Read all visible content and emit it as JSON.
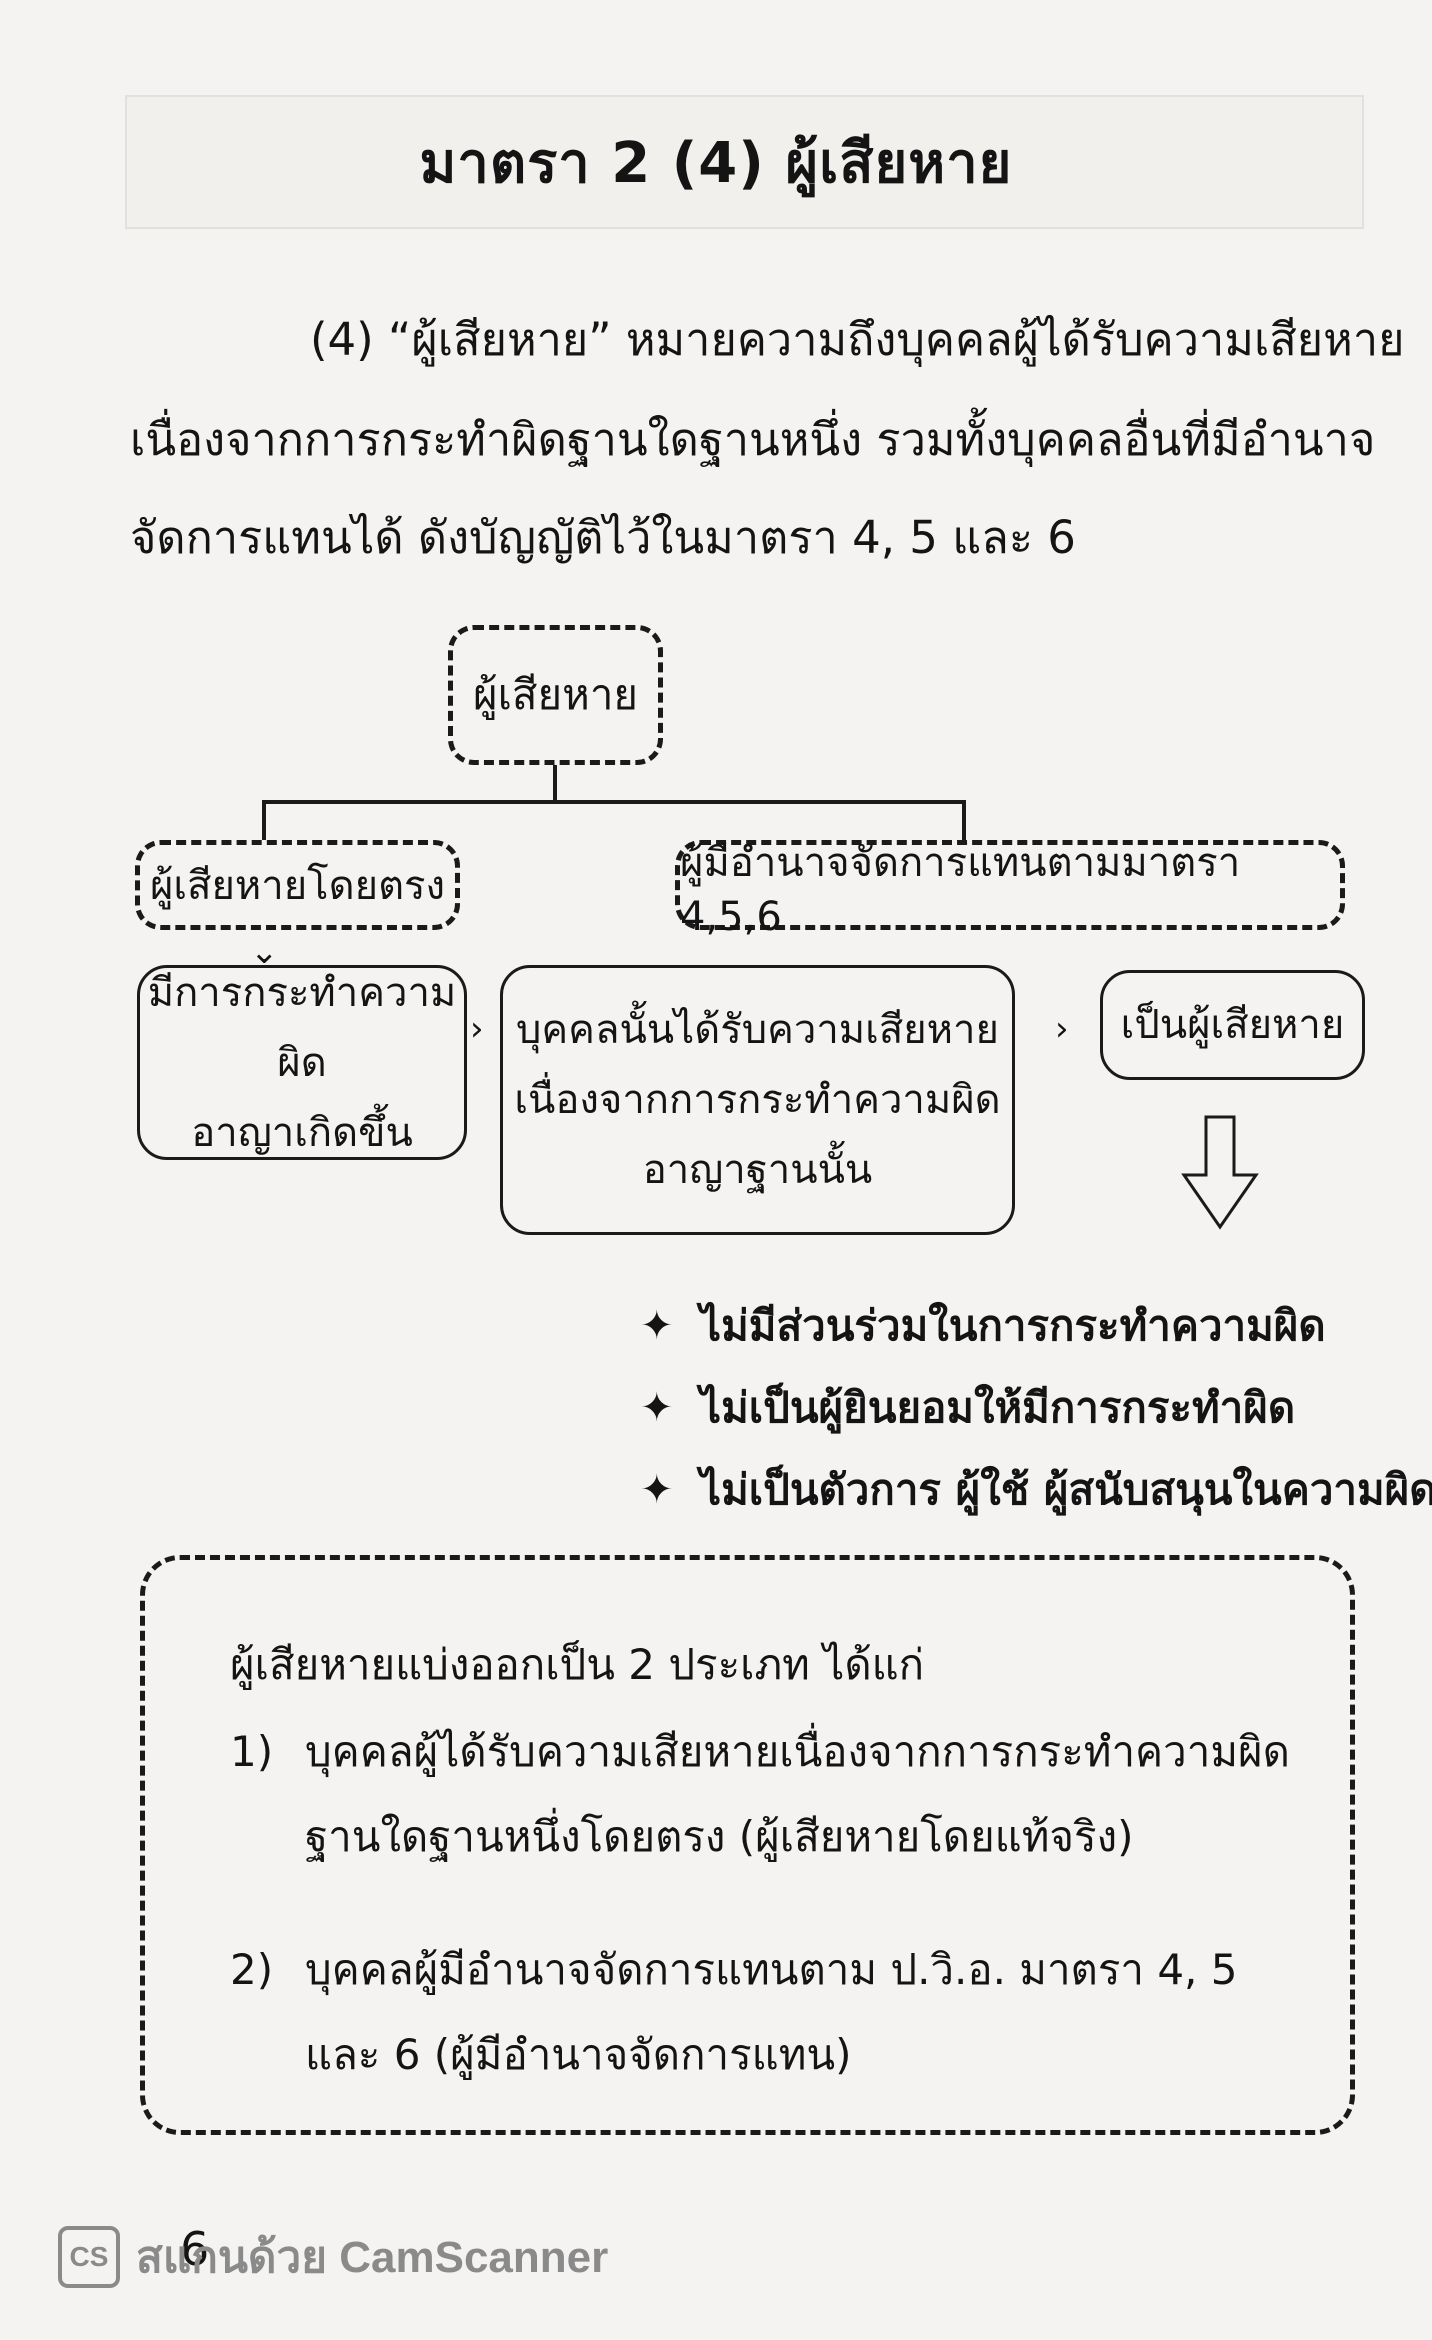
{
  "title": "มาตรา 2 (4)  ผู้เสียหาย",
  "definition": {
    "line1": "(4)  “ผู้เสียหาย” หมายความถึงบุคคลผู้ได้รับความเสียหาย",
    "line2": "เนื่องจากการกระทำผิดฐานใดฐานหนึ่ง รวมทั้งบุคคลอื่นที่มีอำนาจ",
    "line3": "จัดการแทนได้ ดังบัญญัติไว้ในมาตรา 4, 5 และ 6"
  },
  "diagram": {
    "root": "ผู้เสียหาย",
    "direct": "ผู้เสียหายโดยตรง",
    "authorized": "ผู้มีอำนาจจัดการแทนตามมาตรา 4,5,6",
    "step1": "มีการกระทำความผิด\nอาญาเกิดขึ้น",
    "step2": "บุคคลนั้นได้รับความเสียหาย\nเนื่องจากการกระทำความผิด\nอาญาฐานนั้น",
    "step3": "เป็นผู้เสียหาย"
  },
  "conditions": [
    "ไม่มีส่วนร่วมในการกระทำความผิด",
    "ไม่เป็นผู้ยินยอมให้มีการกระทำผิด",
    "ไม่เป็นตัวการ ผู้ใช้ ผู้สนับสนุนในความผิด"
  ],
  "summary": {
    "intro": "ผู้เสียหายแบ่งออกเป็น 2 ประเภท ได้แก่",
    "item1_num": "1)",
    "item1_line1": "บุคคลผู้ได้รับความเสียหายเนื่องจากการกระทำความผิด",
    "item1_line2": "ฐานใดฐานหนึ่งโดยตรง (ผู้เสียหายโดยแท้จริง)",
    "item2_num": "2)",
    "item2_line1": "บุคคลผู้มีอำนาจจัดการแทนตาม  ป.วิ.อ.  มาตรา  4,  5",
    "item2_line2": "และ 6 (ผู้มีอำนาจจัดการแทน)"
  },
  "page_number": "6",
  "watermark": {
    "logo": "CS",
    "text": "สแกนด้วย CamScanner"
  }
}
